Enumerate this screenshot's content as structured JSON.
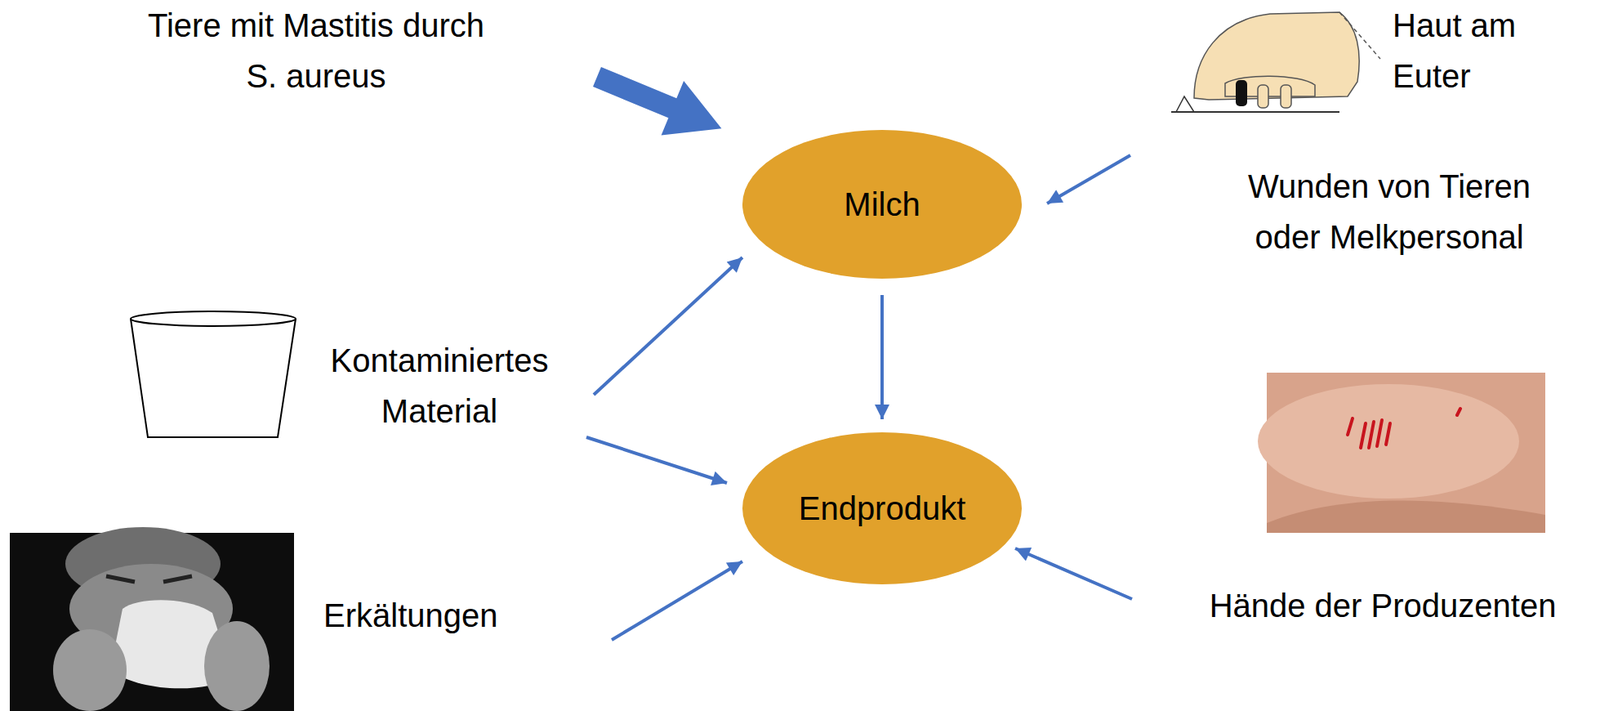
{
  "diagram": {
    "nodes": [
      {
        "text": [
          "Milch"
        ]
      },
      {
        "text": [
          "Endprodukt"
        ]
      }
    ],
    "edges": [
      {
        "from": 0,
        "to": 1,
        "arrow": "to"
      }
    ],
    "labels": [
      "Tiere mit Mastitis durch S. aureus",
      "Haut am Euter",
      "Wunden von Tieren oder Melkpersonal",
      "Kontaminiertes Material",
      "Erkältungen",
      "Hände der Produzenten"
    ]
  }
}
